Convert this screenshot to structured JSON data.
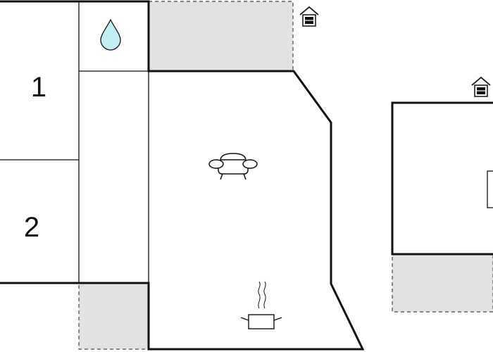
{
  "floorplan": {
    "rooms": [
      {
        "name": "bedroom-1",
        "label": "1"
      },
      {
        "name": "bedroom-2",
        "label": "2"
      }
    ],
    "icons": {
      "bathroom": "water-drop-icon",
      "living": "sofa-icon",
      "kitchen": "cooking-pot-icon",
      "exterior_1": "house-icon",
      "exterior_2": "house-icon"
    },
    "colors": {
      "wall": "#111111",
      "terrace_fill": "#e2e2e2",
      "terrace_border": "#444444",
      "water": "#bfeef3",
      "background": "#ffffff"
    }
  }
}
